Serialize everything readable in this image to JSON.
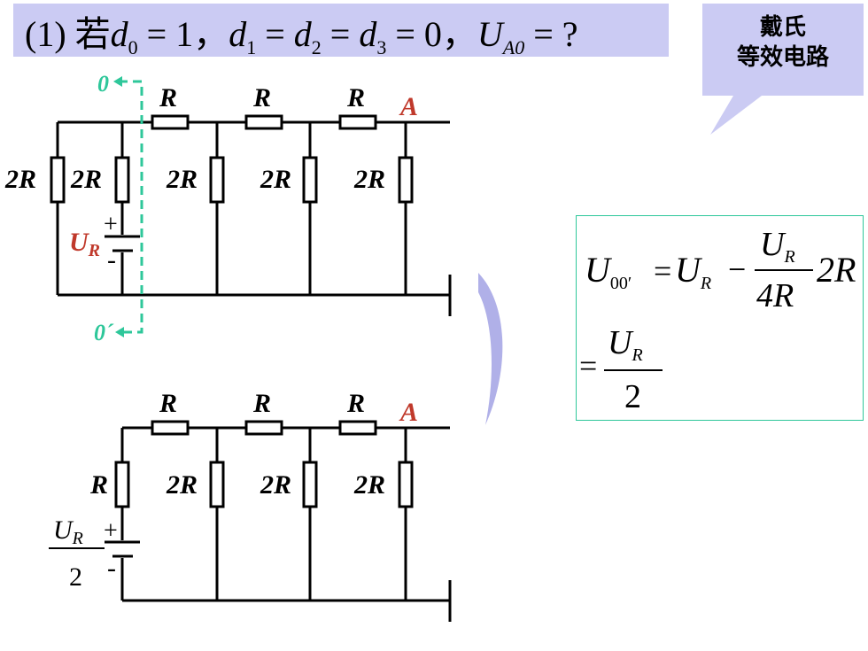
{
  "title": {
    "prefix": "(1) 若",
    "d0": "d",
    "d0_sub": "0",
    "d0_val": " = 1，",
    "d1": "d",
    "d1_sub": "1",
    "eq1": " = ",
    "d2": "d",
    "d2_sub": "2",
    "eq2": " = ",
    "d3": "d",
    "d3_sub": "3",
    "d3_val": " = 0，",
    "u": "U",
    "u_sub": "A0",
    "question": " = ?"
  },
  "callout": {
    "line1": "戴氏",
    "line2": "等效电路"
  },
  "circuit_top": {
    "node_top": "0",
    "node_bottom": "0´",
    "series_labels": [
      "R",
      "R",
      "R"
    ],
    "output_label": "A",
    "shunt_labels": [
      "2R",
      "2R",
      "2R",
      "2R",
      "2R"
    ],
    "source_plus": "+",
    "source_minus": "-",
    "source_label": "U",
    "source_sub": "R"
  },
  "circuit_bottom": {
    "series_labels": [
      "R",
      "R",
      "R"
    ],
    "output_label": "A",
    "shunt_labels": [
      "R",
      "2R",
      "2R",
      "2R"
    ],
    "source_plus": "+",
    "source_minus": "-",
    "source_num": "U",
    "source_num_sub": "R",
    "source_den": "2"
  },
  "formula": {
    "lhs": "U",
    "lhs_sub": "00′",
    "eq": "=",
    "ur": "U",
    "ur_sub": "R",
    "minus": "−",
    "frac_num": "U",
    "frac_num_sub": "R",
    "frac_den": "4R",
    "mult": "2R",
    "eq2": "=",
    "frac2_num": "U",
    "frac2_num_sub": "R",
    "frac2_den": "2"
  },
  "colors": {
    "title_bg": "#cbcbf3",
    "dashed": "#2ec79a",
    "accent": "#c0392b",
    "arrow": "#b0b0e8"
  }
}
